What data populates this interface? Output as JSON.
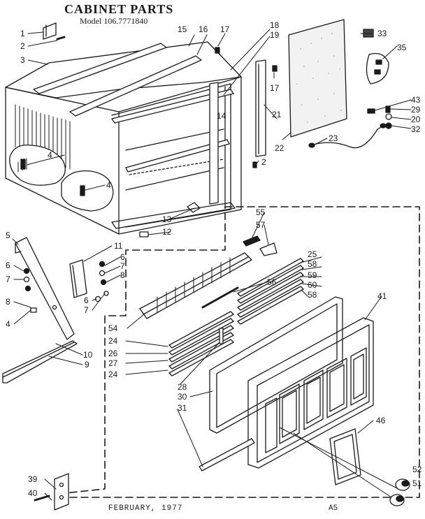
{
  "header": {
    "title": "CABINET PARTS",
    "model": "Model 106.7771840"
  },
  "footer": {
    "date": "FEBRUARY, 1977",
    "code": "A5"
  },
  "callouts": {
    "c1": "1",
    "c2a": "2",
    "c3": "3",
    "c4a": "4",
    "c4b": "4",
    "c4c": "4",
    "c5": "5",
    "c6a": "6",
    "c6b": "6",
    "c6c": "6",
    "c7a": "7",
    "c7b": "7",
    "c7c": "7",
    "c8a": "8",
    "c8b": "8",
    "c9": "9",
    "c10": "10",
    "c11": "11",
    "c12": "12",
    "c13": "13",
    "c14": "14",
    "c15": "15",
    "c16": "16",
    "c17a": "17",
    "c17b": "17",
    "c18": "18",
    "c19": "19",
    "c20": "20",
    "c21": "21",
    "c22": "22",
    "c23": "23",
    "c24a": "24",
    "c24b": "24",
    "c25": "25",
    "c26": "26",
    "c27": "27",
    "c28": "28",
    "c29": "29",
    "c30": "30",
    "c31": "31",
    "c32": "32",
    "c33": "33",
    "c35": "35",
    "c39": "39",
    "c40": "40",
    "c41": "41",
    "c43": "43",
    "c46": "46",
    "c51": "51",
    "c52": "52",
    "c54": "54",
    "c55": "55",
    "c56": "56",
    "c57": "57",
    "c58a": "58",
    "c58b": "58",
    "c59": "59",
    "c60": "60",
    "c2b": "2"
  }
}
